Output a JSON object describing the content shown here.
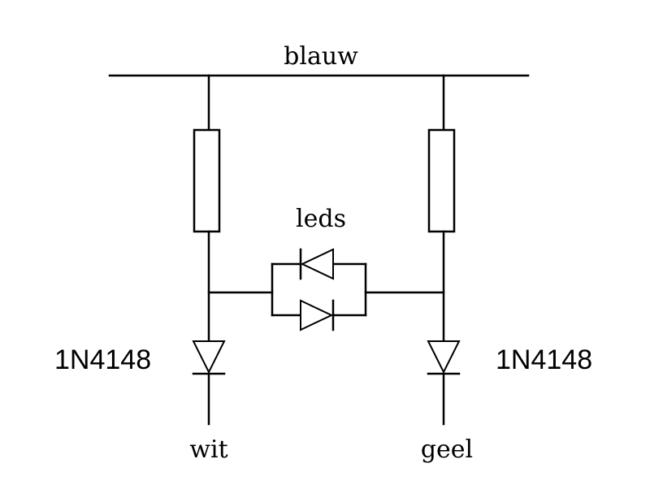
{
  "labels": {
    "top_rail": "blauw",
    "leds": "leds",
    "left_diode": "1N4148",
    "right_diode": "1N4148",
    "left_terminal": "wit",
    "right_terminal": "geel"
  },
  "colors": {
    "stroke": "#000000",
    "background": "#ffffff"
  }
}
